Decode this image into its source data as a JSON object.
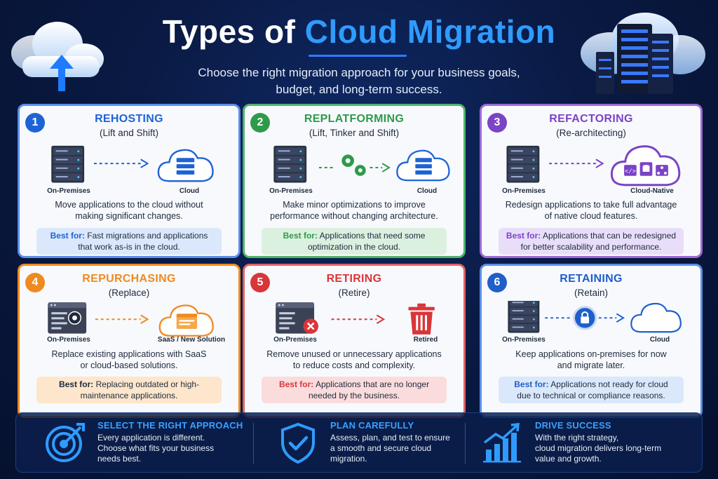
{
  "header": {
    "title_part1": "Types of",
    "title_part2": "Cloud Migration",
    "subtitle_line1": "Choose the right migration approach for your business goals,",
    "subtitle_line2": "budget, and long-term success."
  },
  "colors": {
    "blue": "#1e63d6",
    "green": "#2e9a4a",
    "purple": "#7b43c6",
    "orange": "#ef8a1f",
    "red": "#d9363a",
    "blue2": "#1f5fc9"
  },
  "cards": [
    {
      "number": "1",
      "title": "REHOSTING",
      "subtitle": "(Lift and Shift)",
      "left_label": "On-Premises",
      "right_label": "Cloud",
      "desc_line1": "Move applications to the cloud without",
      "desc_line2": "making significant changes.",
      "best_label": "Best for:",
      "best_text_line1": "Fast migrations and applications",
      "best_text_line2": "that work as-is in the cloud."
    },
    {
      "number": "2",
      "title": "REPLATFORMING",
      "subtitle": "(Lift, Tinker and Shift)",
      "left_label": "On-Premises",
      "right_label": "Cloud",
      "desc_line1": "Make minor optimizations to improve",
      "desc_line2": "performance without changing architecture.",
      "best_label": "Best for:",
      "best_text_line1": "Applications that need some",
      "best_text_line2": "optimization in the cloud."
    },
    {
      "number": "3",
      "title": "REFACTORING",
      "subtitle": "(Re-architecting)",
      "left_label": "On-Premises",
      "right_label": "Cloud-Native",
      "desc_line1": "Redesign applications to take full advantage",
      "desc_line2": "of native cloud features.",
      "best_label": "Best for:",
      "best_text_line1": "Applications that can be redesigned",
      "best_text_line2": "for better scalability and performance."
    },
    {
      "number": "4",
      "title": "REPURCHASING",
      "subtitle": "(Replace)",
      "left_label": "On-Premises",
      "right_label": "SaaS / New Solution",
      "desc_line1": "Replace existing applications with SaaS",
      "desc_line2": "or cloud-based solutions.",
      "best_label": "Best for:",
      "best_text_line1": "Replacing outdated or high-",
      "best_text_line2": "maintenance applications."
    },
    {
      "number": "5",
      "title": "RETIRING",
      "subtitle": "(Retire)",
      "left_label": "On-Premises",
      "right_label": "Retired",
      "desc_line1": "Remove unused or unnecessary applications",
      "desc_line2": "to reduce costs and complexity.",
      "best_label": "Best for:",
      "best_text_line1": "Applications that are no longer",
      "best_text_line2": "needed by the business."
    },
    {
      "number": "6",
      "title": "RETAINING",
      "subtitle": "(Retain)",
      "left_label": "On-Premises",
      "right_label": "Cloud",
      "desc_line1": "Keep applications on-premises for now",
      "desc_line2": "and migrate later.",
      "best_label": "Best for:",
      "best_text_line1": "Applications not ready for cloud",
      "best_text_line2": "due to technical or compliance reasons."
    }
  ],
  "footer": [
    {
      "heading": "SELECT THE RIGHT APPROACH",
      "line1": "Every application is different.",
      "line2": "Choose what fits your business",
      "line3": "needs best."
    },
    {
      "heading": "PLAN CAREFULLY",
      "line1": "Assess, plan, and test to ensure",
      "line2": "a smooth and secure cloud",
      "line3": "migration."
    },
    {
      "heading": "DRIVE SUCCESS",
      "line1": "With the right strategy,",
      "line2": "cloud migration delivers long-term",
      "line3": "value and growth."
    }
  ]
}
